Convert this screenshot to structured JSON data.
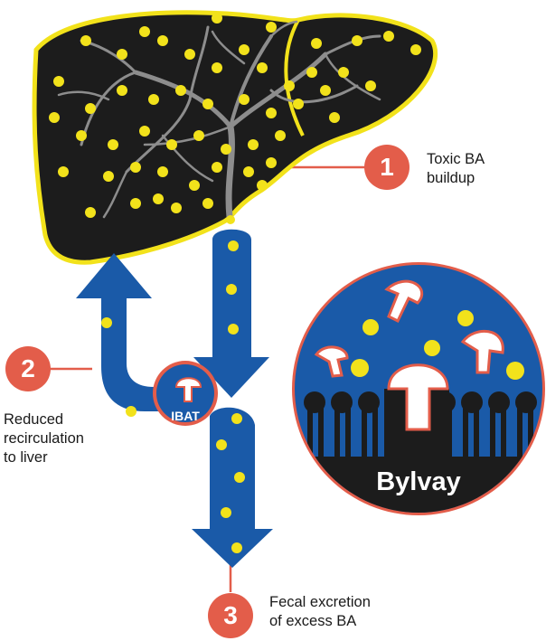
{
  "colors": {
    "liver": "#1c1c1c",
    "liver_outline": "#f2e21b",
    "bile_acid_dot": "#f2e21b",
    "vessels": "#8d8d8d",
    "flow": "#1a5aa8",
    "accent": "#e35d4a",
    "background": "#ffffff"
  },
  "steps": [
    {
      "number": "1",
      "lines": [
        "Toxic BA",
        "buildup"
      ]
    },
    {
      "number": "2",
      "lines": [
        "Reduced",
        "recirculation",
        "to liver"
      ]
    },
    {
      "number": "3",
      "lines": [
        "Fecal excretion",
        "of excess BA"
      ]
    }
  ],
  "ibat": {
    "label": "IBAT"
  },
  "drug": {
    "label": "Bylvay"
  }
}
